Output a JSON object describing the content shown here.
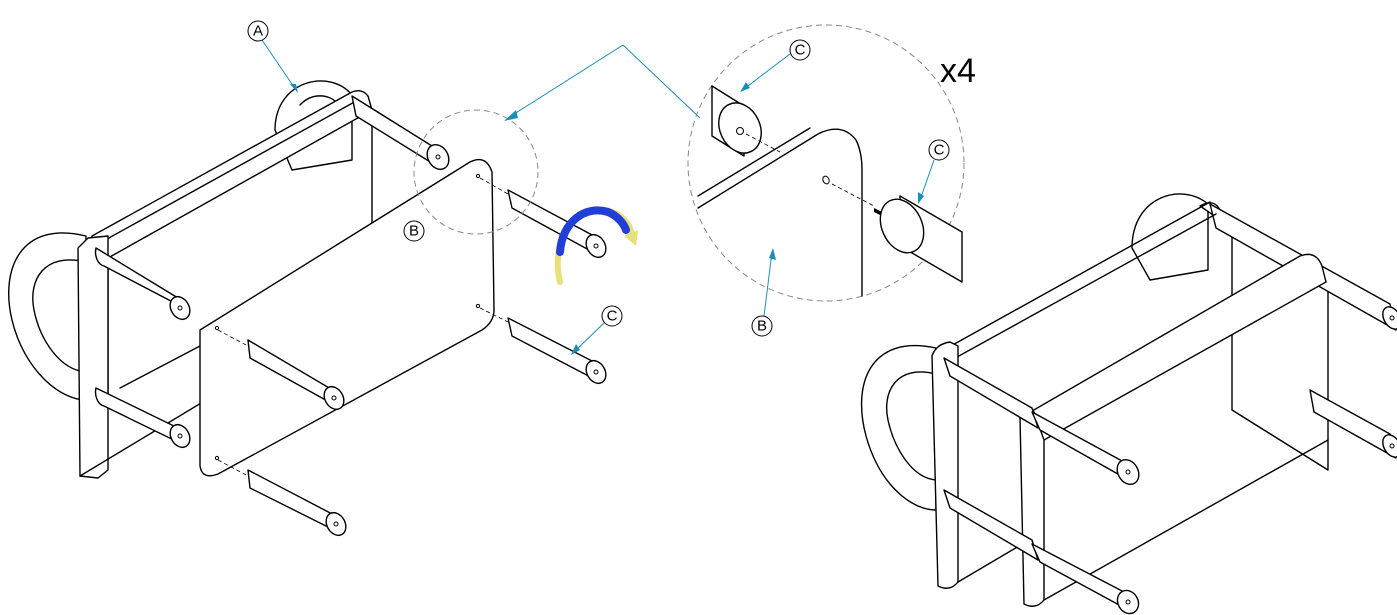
{
  "callouts": {
    "part_a": "A",
    "part_b": "B",
    "part_c": "C"
  },
  "detail_quantity": "x4",
  "colors": {
    "leader": "#1a8fb5",
    "rotate_arrow_front": "#1f3fd6",
    "rotate_arrow_back": "#e8e07a",
    "detail_circle": "#888888"
  },
  "icons": {
    "rotation": "clockwise-rotate-arrow-icon"
  }
}
